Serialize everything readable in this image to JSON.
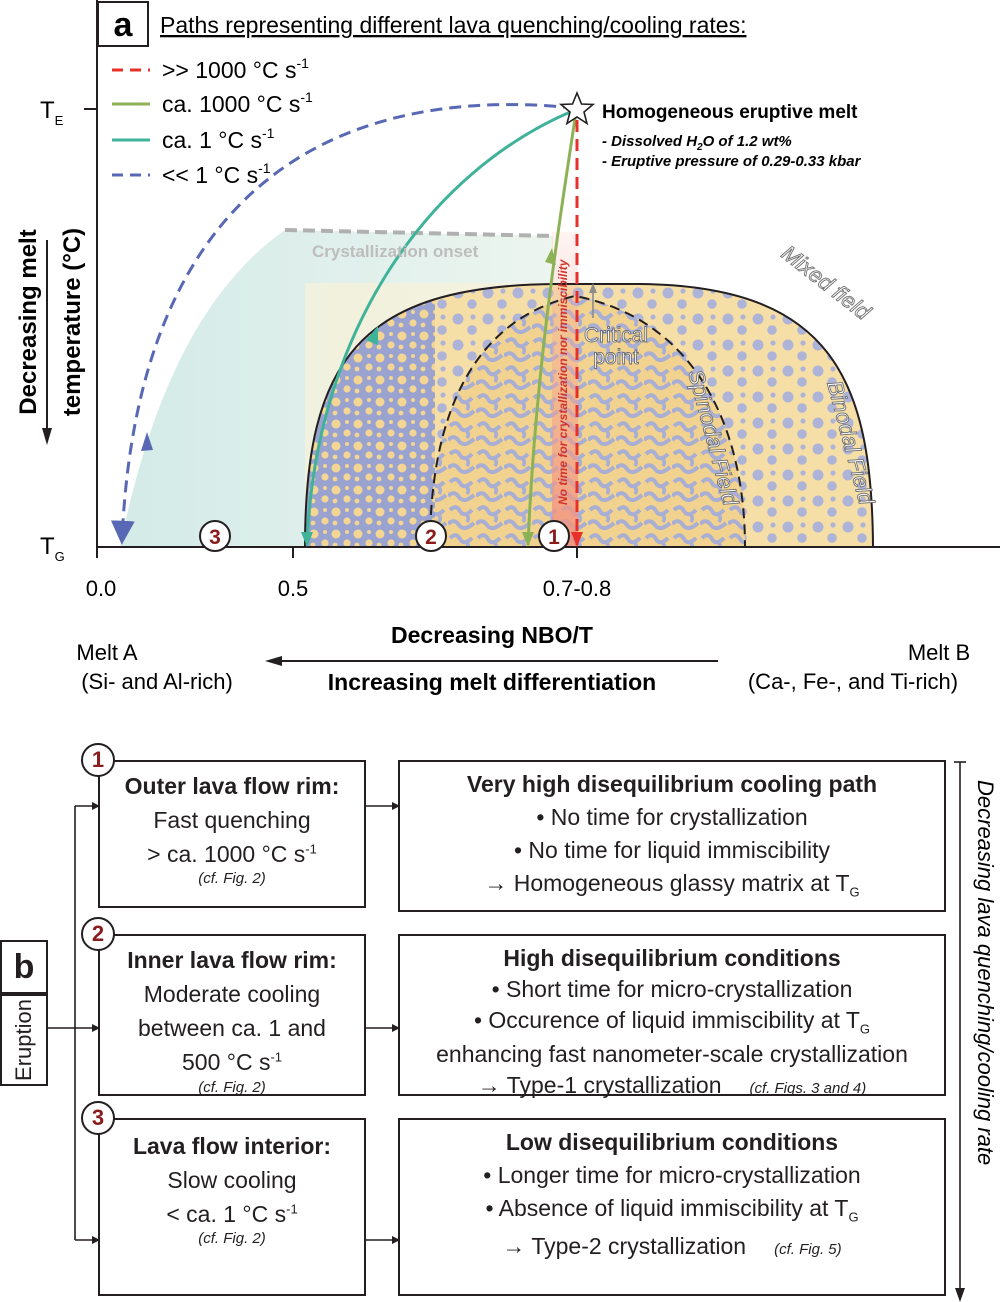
{
  "panel_a": {
    "label": "a",
    "title": "Paths representing different lava quenching/cooling rates:",
    "legend": [
      {
        "label": ">> 1000 °C s",
        "sup": "-1",
        "color": "#e8302a",
        "style": "dashed"
      },
      {
        "label": "ca. 1000 °C s",
        "sup": "-1",
        "color": "#8db255",
        "style": "solid"
      },
      {
        "label": "ca. 1 °C s",
        "sup": "-1",
        "color": "#3fb29a",
        "style": "solid"
      },
      {
        "label": "<< 1 °C s",
        "sup": "-1",
        "color": "#5868b4",
        "style": "dashed"
      }
    ],
    "te_label": "T",
    "te_sub": "E",
    "tg_label": "T",
    "tg_sub": "G",
    "ylabel_line1": "Decreasing melt",
    "ylabel_line2": "temperature (°C)",
    "x_ticks": [
      "0.0",
      "0.5",
      "0.7-0.8"
    ],
    "star_title": "Homogeneous eruptive melt",
    "star_note1_a": "- Dissolved H",
    "star_note1_sub": "2",
    "star_note1_b": "O of 1.2 wt%",
    "star_note2": "- Eruptive pressure of 0.29-0.33 kbar",
    "crystallization_onset": "Crystallization onset",
    "no_time_label": "No time for crystallization nor immiscibility",
    "critical_point_line1": "Critical",
    "critical_point_line2": "point",
    "spinodal_field": "Spinodal Field",
    "binodal_field": "Binodal Field",
    "mixed_field": "Mixed field",
    "path_badges": [
      "3",
      "2",
      "1"
    ],
    "xlabel_top": "Decreasing NBO/T",
    "xlabel_bottom": "Increasing melt differentiation",
    "melt_a_line1": "Melt A",
    "melt_a_line2": "(Si- and Al-rich)",
    "melt_b_line1": "Melt B",
    "melt_b_line2": "(Ca-, Fe-, and Ti-rich)"
  },
  "panel_b": {
    "label": "b",
    "eruption_label": "Eruption",
    "right_axis_label": "Decreasing lava quenching/cooling rate",
    "rows": [
      {
        "badge": "1",
        "left_title": "Outer lava flow rim:",
        "left_line1": "Fast quenching",
        "left_line2": "> ca. 1000 °C s",
        "left_line2_sup": "-1",
        "left_line3": "",
        "left_cf": "(cf. Fig. 2)",
        "right_title": "Very high disequilibrium cooling path",
        "right_line1": "• No time for crystallization",
        "right_line2": "• No time for liquid immiscibility",
        "right_line3": "→ Homogeneous glassy matrix at T",
        "right_line3_sub": "G",
        "right_cf": ""
      },
      {
        "badge": "2",
        "left_title": "Inner lava flow rim:",
        "left_line1": "Moderate cooling",
        "left_line2": "between ca. 1 and",
        "left_line3": "500 °C s",
        "left_line3_sup": "-1",
        "left_cf": "(cf. Fig. 2)",
        "right_title": "High disequilibrium conditions",
        "right_line1": "• Short time for micro-crystallization",
        "right_line2": "• Occurence of liquid immiscibility at T",
        "right_line2_sub": "G",
        "right_line3": "enhancing fast nanometer-scale crystallization",
        "right_line4": "→ Type-1 crystallization",
        "right_cf": "(cf. Figs. 3 and 4)"
      },
      {
        "badge": "3",
        "left_title": "Lava flow interior:",
        "left_line1": "Slow cooling",
        "left_line2": "< ca. 1 °C s",
        "left_line2_sup": "-1",
        "left_cf": "(cf. Fig. 2)",
        "right_title": "Low disequilibrium conditions",
        "right_line1": "• Longer time for micro-crystallization",
        "right_line2": "• Absence of liquid immiscibility at T",
        "right_line2_sub": "G",
        "right_line4": "→ Type-2 crystallization",
        "right_cf": "(cf. Fig. 5)"
      }
    ]
  }
}
